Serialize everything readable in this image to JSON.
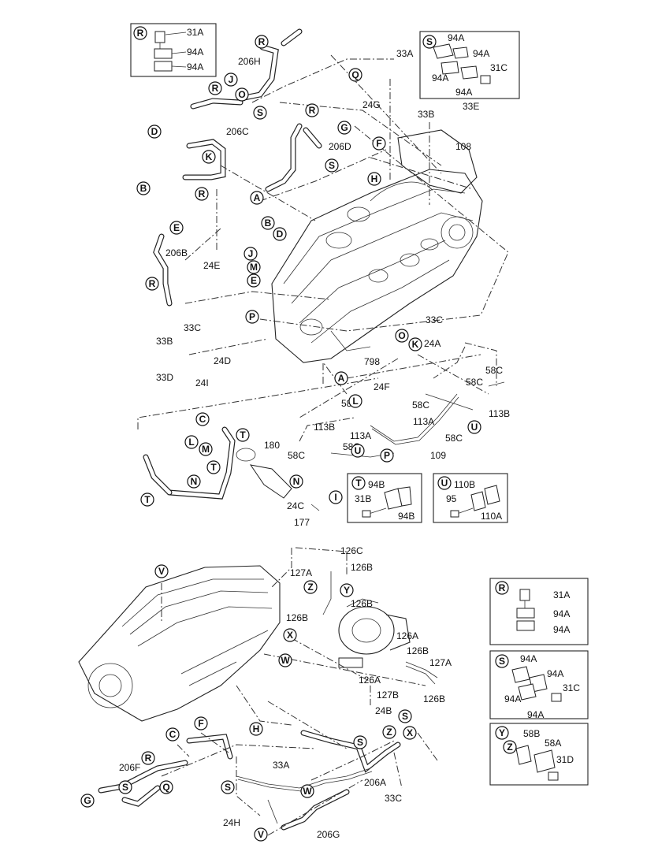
{
  "diagram": {
    "part_labels": [
      "31A",
      "94A",
      "94A",
      "206H",
      "33A",
      "94A",
      "94A",
      "94A",
      "31C",
      "94A",
      "24G",
      "33B",
      "33E",
      "108",
      "206C",
      "206D",
      "206B",
      "24E",
      "33C",
      "33B",
      "24D",
      "33D",
      "24I",
      "33C",
      "24A",
      "798",
      "58C",
      "24F",
      "58C",
      "58C",
      "113B",
      "58C",
      "113A",
      "113B",
      "113A",
      "58C",
      "58C",
      "58C",
      "109",
      "180",
      "24C",
      "177",
      "94B",
      "31B",
      "94B",
      "110B",
      "95",
      "110A",
      "126C",
      "127A",
      "126B",
      "126B",
      "126B",
      "126A",
      "126B",
      "127A",
      "126A",
      "127B",
      "126B",
      "24B",
      "206F",
      "33A",
      "206A",
      "33C",
      "24H",
      "206G",
      "31A",
      "94A",
      "94A",
      "94A",
      "94A",
      "94A",
      "31C",
      "94A",
      "58B",
      "58A",
      "31D"
    ],
    "callouts": [
      "R",
      "J",
      "O",
      "S",
      "D",
      "R",
      "K",
      "R",
      "B",
      "R",
      "Q",
      "S",
      "G",
      "F",
      "H",
      "R",
      "S",
      "A",
      "E",
      "B",
      "D",
      "R",
      "J",
      "M",
      "E",
      "P",
      "O",
      "K",
      "A",
      "L",
      "C",
      "T",
      "L",
      "M",
      "N",
      "T",
      "T",
      "N",
      "I",
      "U",
      "P",
      "U",
      "T",
      "U",
      "V",
      "Z",
      "Y",
      "X",
      "W",
      "F",
      "C",
      "R",
      "Q",
      "G",
      "H",
      "S",
      "Z",
      "X",
      "S",
      "S",
      "S",
      "W",
      "V",
      "R",
      "S",
      "Y",
      "Z"
    ]
  }
}
